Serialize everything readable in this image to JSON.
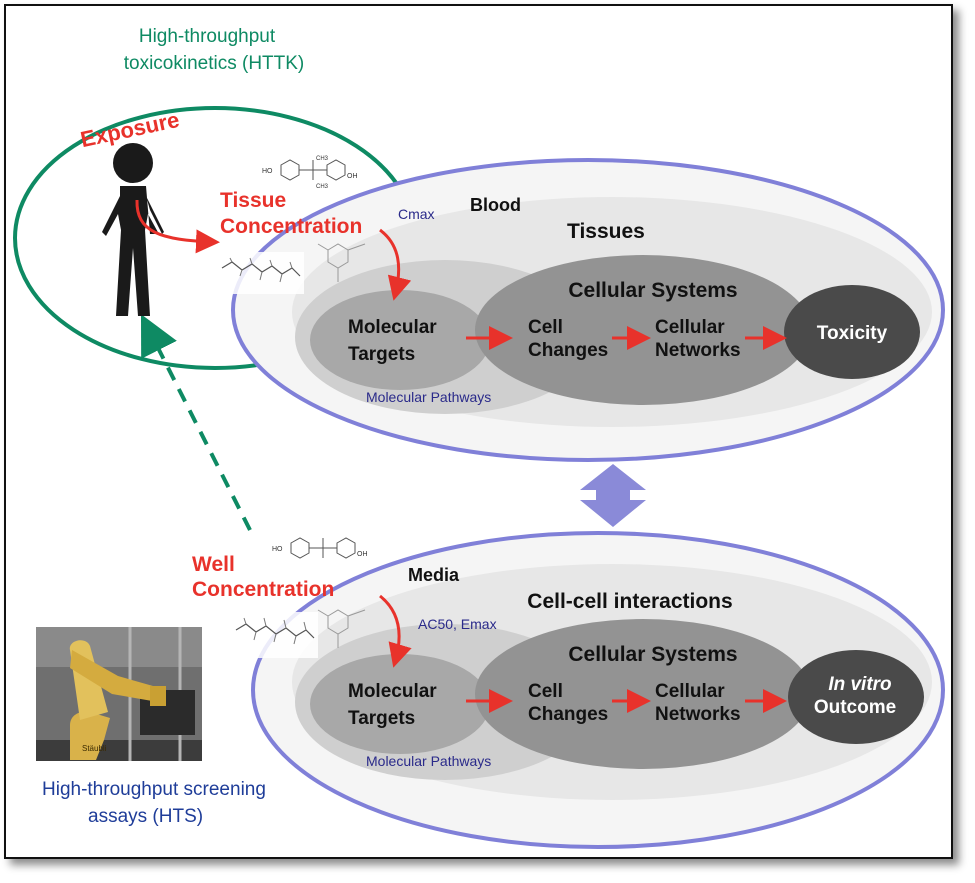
{
  "httk": {
    "line1": "High-throughput",
    "line2": "toxicokinetics (HTTK)",
    "color": "#0e8a63"
  },
  "hts": {
    "line1": "High-throughput screening",
    "line2": "assays (HTS)",
    "color": "#1f3d99"
  },
  "exposure": "Exposure",
  "tissue_concentration": {
    "line1": "Tissue",
    "line2": "Concentration"
  },
  "well_concentration": {
    "line1": "Well",
    "line2": "Concentration"
  },
  "in_vivo": {
    "cmax": "Cmax",
    "blood": "Blood",
    "tissues": "Tissues",
    "cellular_systems": "Cellular Systems",
    "molecular_targets": {
      "line1": "Molecular",
      "line2": "Targets"
    },
    "cell_changes": {
      "line1": "Cell",
      "line2": "Changes"
    },
    "cellular_networks": {
      "line1": "Cellular",
      "line2": "Networks"
    },
    "toxicity": "Toxicity",
    "molecular_pathways": "Molecular Pathways"
  },
  "in_vitro": {
    "media": "Media",
    "cell_cell": "Cell-cell interactions",
    "ac50_emax": "AC50, Emax",
    "cellular_systems": "Cellular Systems",
    "molecular_targets": {
      "line1": "Molecular",
      "line2": "Targets"
    },
    "cell_changes": {
      "line1": "Cell",
      "line2": "Changes"
    },
    "cellular_networks": {
      "line1": "Cellular",
      "line2": "Networks"
    },
    "outcome": {
      "line1": "In vitro",
      "line2": "Outcome"
    },
    "molecular_pathways": "Molecular Pathways"
  },
  "chem_labels": {
    "ho": "HO",
    "oh": "OH",
    "ch3": "CH3"
  },
  "robot_brand": "Stäubli",
  "colors": {
    "red_label": "#e8322b",
    "arrow_red": "#e8322b",
    "ellipse_border": "#8080d8",
    "pathway_text": "#2a2a8a",
    "dark_node": "#4a4a4a",
    "green": "#0e8a63"
  }
}
